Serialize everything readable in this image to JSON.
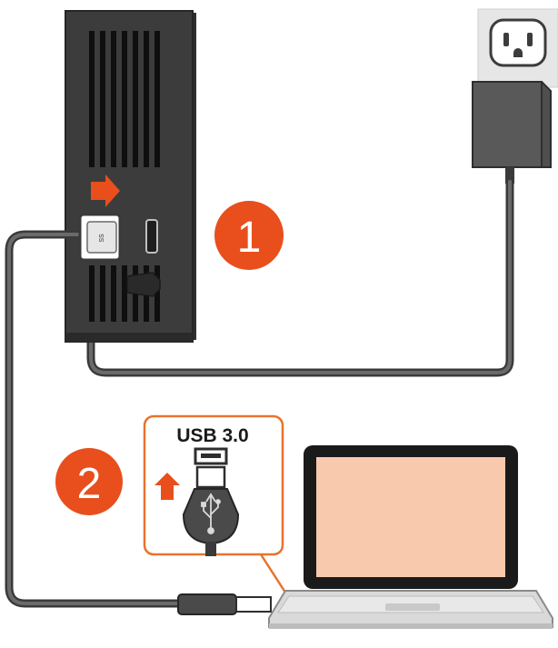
{
  "steps": [
    {
      "number": "1"
    },
    {
      "number": "2"
    }
  ],
  "inset": {
    "port_label": "USB 3.0"
  },
  "connector": {
    "marking": "SS"
  },
  "colors": {
    "accent": "#e84f1d",
    "drive": "#3c3c3c",
    "cable": "#505050",
    "screen": "#f8c9ad",
    "laptop_body": "#d9d9d9",
    "outlet": "#e6e6e6"
  },
  "icons": {
    "step_arrows": "arrow-right-icon",
    "plug_arrow": "arrow-up-icon",
    "usb_symbol": "usb-icon"
  }
}
